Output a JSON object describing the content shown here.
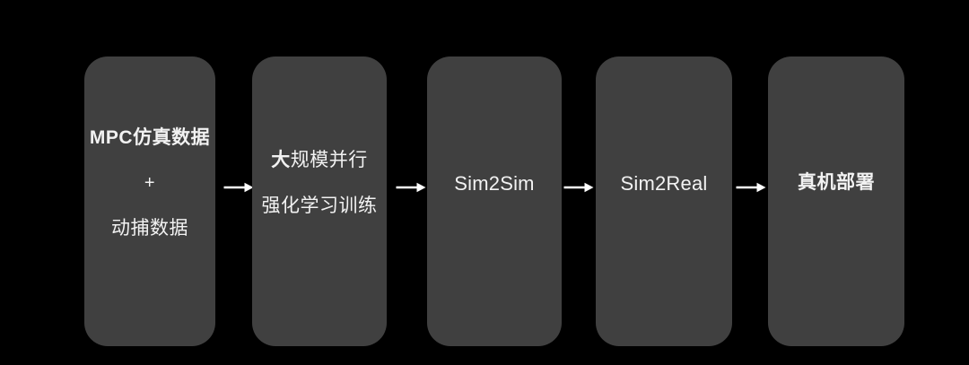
{
  "colors": {
    "background": "#000000",
    "box_fill": "#404040",
    "text": "#f2f2f2",
    "arrow": "#ffffff"
  },
  "icons": {
    "flow_arrow": "→"
  },
  "flow": {
    "steps": [
      {
        "id": "training-data",
        "line1": "MPC仿真数据",
        "line2": "+",
        "line3": "动捕数据"
      },
      {
        "id": "rl-training",
        "line1_bold": "大",
        "line1_rest": "规模并行",
        "line2": "强化学习训练"
      },
      {
        "id": "sim2sim",
        "label": "Sim2Sim"
      },
      {
        "id": "sim2real",
        "label": "Sim2Real"
      },
      {
        "id": "deployment",
        "label": "真机部署"
      }
    ]
  }
}
